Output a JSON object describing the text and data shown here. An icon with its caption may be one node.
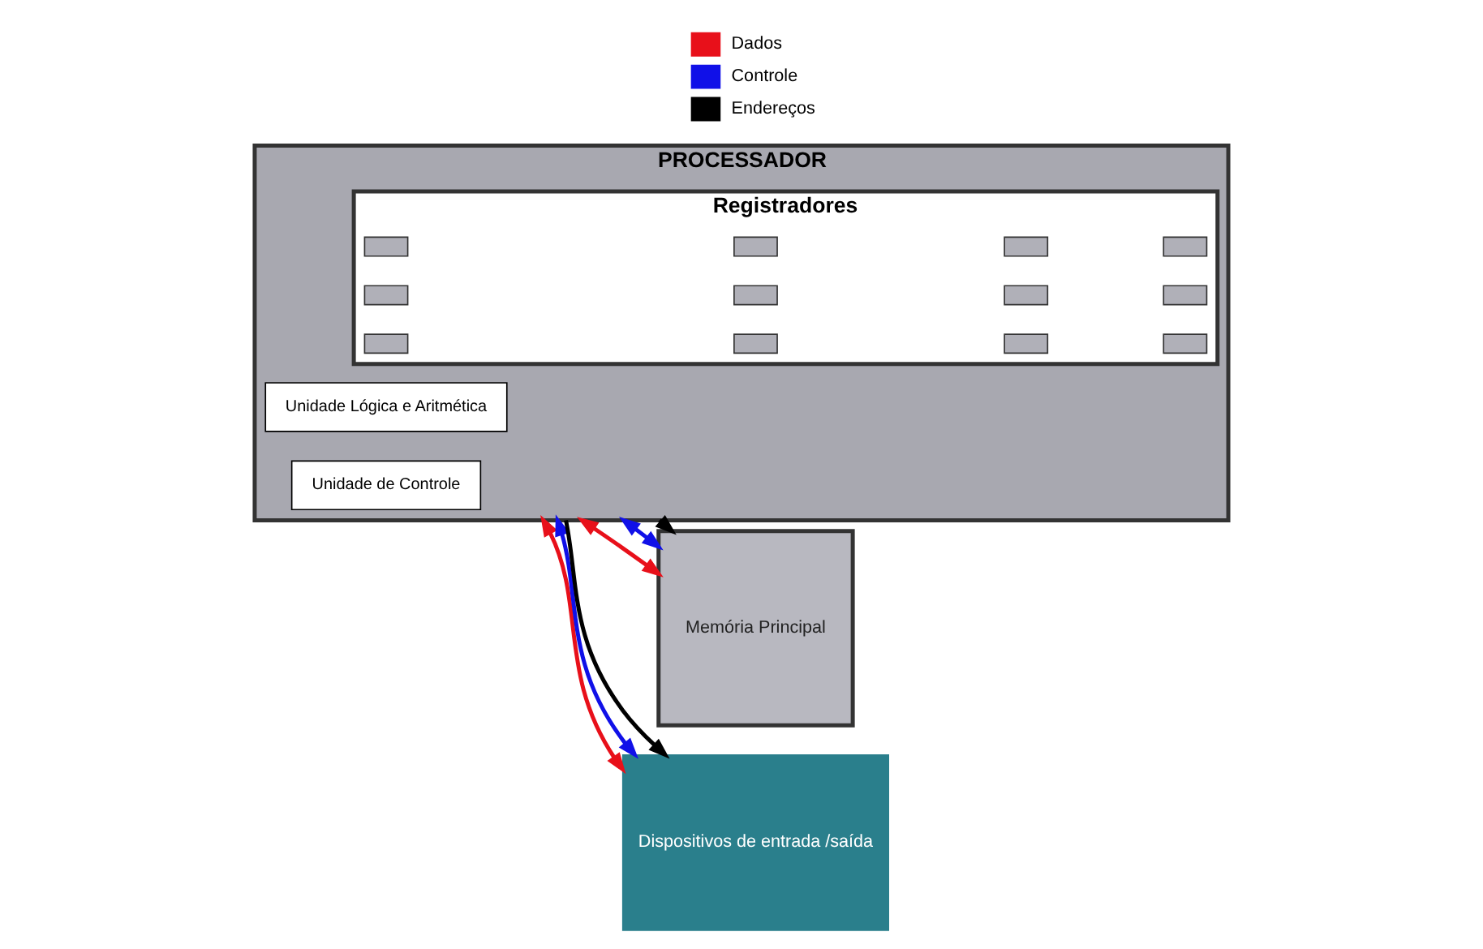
{
  "diagram": {
    "nodes": [
      {
        "text": [
          "PROCESSADOR"
        ]
      },
      {
        "text": [
          "Unidade Lógica e Aritmética"
        ],
        "in": 0
      },
      {
        "text": [
          "Unidade de Controle"
        ],
        "in": 0
      },
      {
        "text": [
          "Registradores"
        ],
        "in": 0
      },
      {
        "text": [],
        "shape": "box",
        "in": 3
      },
      {
        "text": [],
        "shape": "box",
        "in": 3
      },
      {
        "text": [],
        "shape": "box",
        "in": 3
      },
      {
        "text": [],
        "shape": "box",
        "in": 3
      },
      {
        "text": [],
        "shape": "box",
        "in": 3
      },
      {
        "text": [],
        "shape": "box",
        "in": 3
      },
      {
        "text": [],
        "shape": "box",
        "in": 3
      },
      {
        "text": [],
        "shape": "box",
        "in": 3
      },
      {
        "text": [],
        "shape": "box",
        "in": 3
      },
      {
        "text": [],
        "shape": "box",
        "in": 3
      },
      {
        "text": [],
        "shape": "box",
        "in": 3
      },
      {
        "text": [],
        "shape": "box",
        "in": 3
      },
      {
        "text": [
          "Memória Principal"
        ]
      },
      {
        "text": [
          "Dispositivos de entrada /saída"
        ]
      }
    ],
    "edges": [
      {
        "from": 0,
        "to": 16,
        "arrow": "both",
        "color": "#e8101a"
      },
      {
        "from": 0,
        "to": 17,
        "arrow": "both",
        "color": "#e8101a"
      },
      {
        "from": 0,
        "to": 16,
        "arrow": "both",
        "color": "#1010e8"
      },
      {
        "from": 0,
        "to": 17,
        "arrow": "both",
        "color": "#1010e8"
      },
      {
        "from": 0,
        "to": 16,
        "arrow": "to",
        "color": "#000000"
      },
      {
        "from": 0,
        "to": 17,
        "arrow": "to",
        "color": "#000000"
      }
    ],
    "legend": [
      {
        "text": "Dados",
        "color": "#e8101a"
      },
      {
        "text": "Controle",
        "color": "#1010e8"
      },
      {
        "text": "Endereços",
        "color": "#000000"
      }
    ]
  }
}
